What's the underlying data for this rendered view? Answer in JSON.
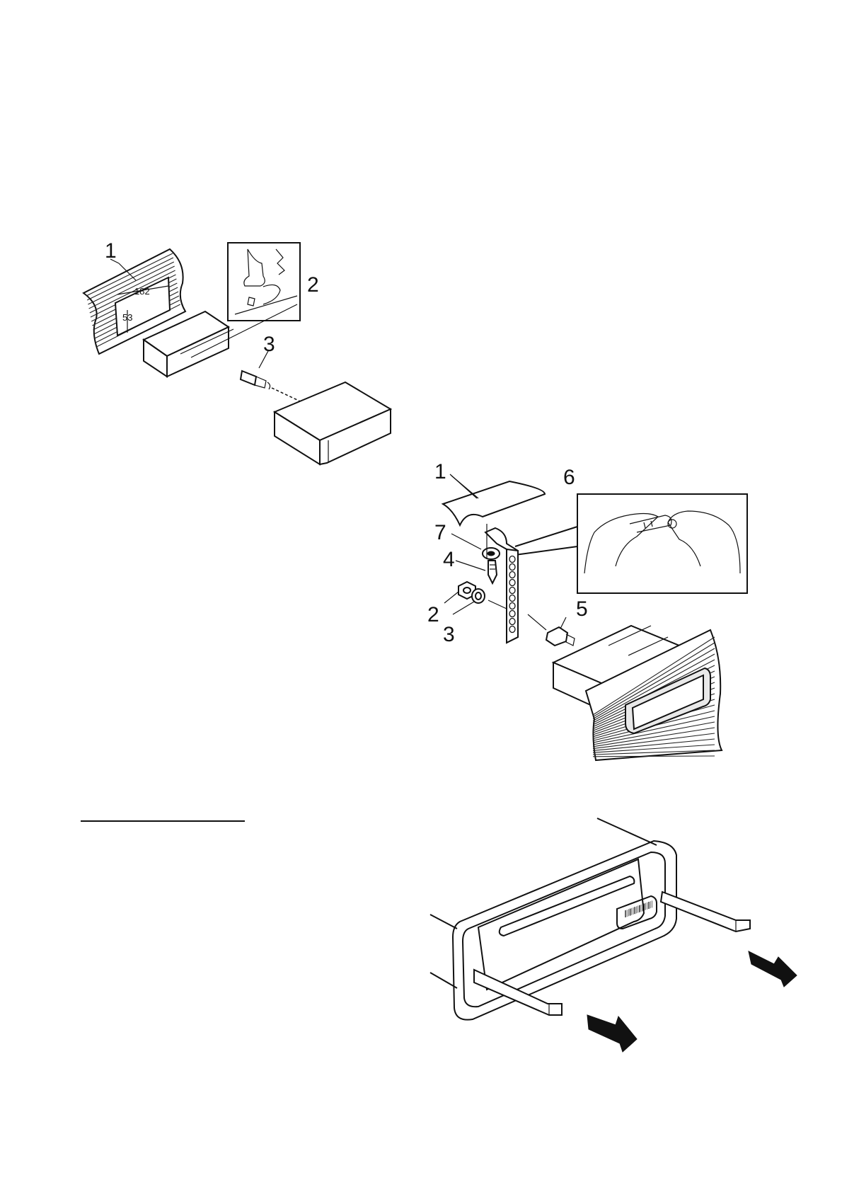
{
  "diagram1": {
    "callouts": [
      "1",
      "2",
      "3"
    ],
    "dim_width": "182",
    "dim_height": "53"
  },
  "diagram2": {
    "callouts": [
      "1",
      "6",
      "7",
      "4",
      "2",
      "3",
      "5"
    ]
  },
  "diagram3": {
    "callouts": []
  },
  "colors": {
    "ink": "#111111",
    "paper": "#ffffff",
    "hatch": "#222222"
  }
}
